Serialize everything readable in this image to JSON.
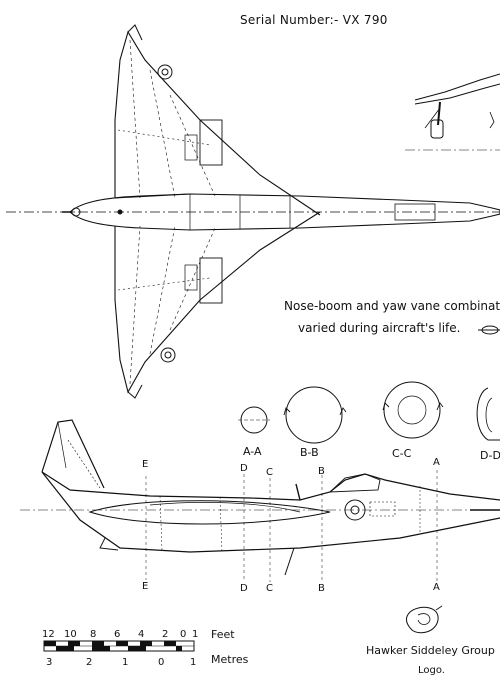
{
  "serial_label": "Serial Number:- VX 790",
  "note_line1": "Nose-boom and yaw vane combination",
  "note_line2": "varied during aircraft's life.",
  "sections": {
    "aa": "A-A",
    "bb": "B-B",
    "cc": "C-C",
    "dd": "D-D"
  },
  "cut_letters": {
    "e_top": "E",
    "d_top": "D",
    "c_top": "C",
    "b_top": "B",
    "a_top": "A",
    "e_bot": "E",
    "d_bot": "D",
    "c_bot": "C",
    "b_bot": "B",
    "a_bot": "A"
  },
  "scale": {
    "feet_label": "Feet",
    "metres_label": "Metres",
    "feet_numbers": [
      "12",
      "10",
      "8",
      "6",
      "4",
      "2",
      "0",
      "1"
    ],
    "metre_numbers": [
      "3",
      "2",
      "1",
      "0",
      "1"
    ]
  },
  "company_label": "Hawker Siddeley Group",
  "logo_label": "Logo."
}
